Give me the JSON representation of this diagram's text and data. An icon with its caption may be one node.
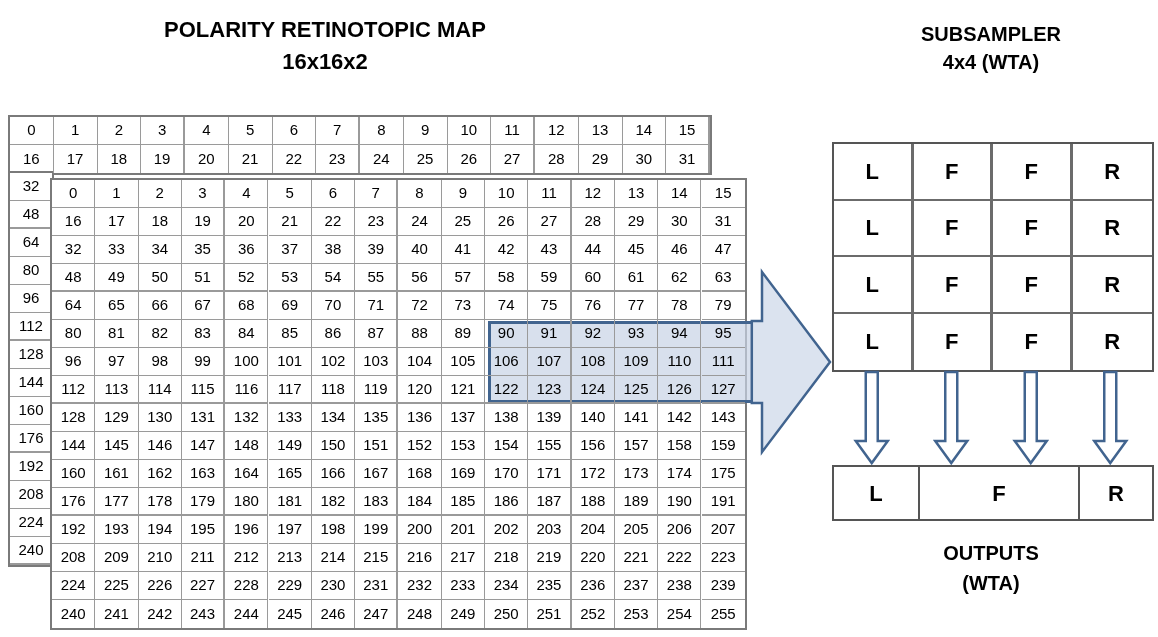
{
  "diagram": {
    "title": "POLARITY RETINOTOPIC MAP 16x16x2",
    "nodes": [
      {
        "text": [],
        "shape": "box"
      },
      {
        "text": [
          "SUBSAMPLER 4x4 (WTA)"
        ]
      },
      {
        "text": [
          "L",
          "L",
          "L",
          "L"
        ],
        "in": 1
      },
      {
        "text": [
          "F",
          "F",
          "F",
          "F"
        ],
        "in": 1
      },
      {
        "text": [
          "F",
          "F",
          "F",
          "F"
        ],
        "in": 1
      },
      {
        "text": [
          "R",
          "R",
          "R",
          "R"
        ],
        "in": 1
      },
      {
        "text": [
          "L"
        ]
      },
      {
        "text": [
          "F"
        ]
      },
      {
        "text": [
          "R"
        ]
      }
    ],
    "edges": [
      {
        "from": 0,
        "to": 1,
        "arrow": "to"
      },
      {
        "from": 2,
        "to": 6,
        "arrow": "to"
      },
      {
        "from": 3,
        "to": 7,
        "arrow": "to"
      },
      {
        "from": 4,
        "to": 7,
        "arrow": "to"
      },
      {
        "from": 5,
        "to": 8,
        "arrow": "to"
      }
    ],
    "labels": [
      "0",
      "1",
      "2",
      "3",
      "4",
      "5",
      "6",
      "7",
      "8",
      "9",
      "10",
      "11",
      "12",
      "13",
      "14",
      "15",
      "16",
      "17",
      "18",
      "19",
      "20",
      "21",
      "22",
      "23",
      "24",
      "25",
      "26",
      "27",
      "28",
      "29",
      "30",
      "31",
      "32",
      "48",
      "64",
      "80",
      "96",
      "112",
      "128",
      "144",
      "160",
      "176",
      "192",
      "208",
      "224",
      "240",
      "0",
      "1",
      "2",
      "3",
      "4",
      "5",
      "6",
      "7",
      "8",
      "9",
      "10",
      "11",
      "12",
      "13",
      "14",
      "15",
      "16",
      "17",
      "18",
      "19",
      "20",
      "21",
      "22",
      "23",
      "24",
      "25",
      "26",
      "27",
      "28",
      "29",
      "30",
      "31",
      "32",
      "33",
      "34",
      "35",
      "36",
      "37",
      "38",
      "39",
      "40",
      "41",
      "42",
      "43",
      "44",
      "45",
      "46",
      "47",
      "48",
      "49",
      "50",
      "51",
      "52",
      "53",
      "54",
      "55",
      "56",
      "57",
      "58",
      "59",
      "60",
      "61",
      "62",
      "63",
      "64",
      "65",
      "66",
      "67",
      "68",
      "69",
      "70",
      "71",
      "72",
      "73",
      "74",
      "75",
      "76",
      "77",
      "78",
      "79",
      "80",
      "81",
      "82",
      "83",
      "84",
      "85",
      "86",
      "87",
      "88",
      "89",
      "90",
      "91",
      "92",
      "93",
      "94",
      "95",
      "96",
      "97",
      "98",
      "99",
      "100",
      "101",
      "102",
      "103",
      "104",
      "105",
      "106",
      "107",
      "108",
      "109",
      "110",
      "111",
      "112",
      "113",
      "114",
      "115",
      "116",
      "117",
      "118",
      "119",
      "120",
      "121",
      "122",
      "123",
      "124",
      "125",
      "126",
      "127",
      "128",
      "129",
      "130",
      "131",
      "132",
      "133",
      "134",
      "135",
      "136",
      "137",
      "138",
      "139",
      "140",
      "141",
      "142",
      "143",
      "144",
      "145",
      "146",
      "147",
      "148",
      "149",
      "150",
      "151",
      "152",
      "153",
      "154",
      "155",
      "156",
      "157",
      "158",
      "159",
      "160",
      "161",
      "162",
      "163",
      "164",
      "165",
      "166",
      "167",
      "168",
      "169",
      "170",
      "171",
      "172",
      "173",
      "174",
      "175",
      "176",
      "177",
      "178",
      "179",
      "180",
      "181",
      "182",
      "183",
      "184",
      "185",
      "186",
      "187",
      "188",
      "189",
      "190",
      "191",
      "192",
      "193",
      "194",
      "195",
      "196",
      "197",
      "198",
      "199",
      "200",
      "201",
      "202",
      "203",
      "204",
      "205",
      "206",
      "207",
      "208",
      "209",
      "210",
      "211",
      "212",
      "213",
      "214",
      "215",
      "216",
      "217",
      "218",
      "219",
      "220",
      "221",
      "222",
      "223",
      "224",
      "225",
      "226",
      "227",
      "228",
      "229",
      "230",
      "231",
      "232",
      "233",
      "234",
      "235",
      "236",
      "237",
      "238",
      "239",
      "240",
      "241",
      "242",
      "243",
      "244",
      "245",
      "246",
      "247",
      "248",
      "249",
      "250",
      "251",
      "252",
      "253",
      "254",
      "255",
      "OUTPUTS (WTA)"
    ]
  }
}
